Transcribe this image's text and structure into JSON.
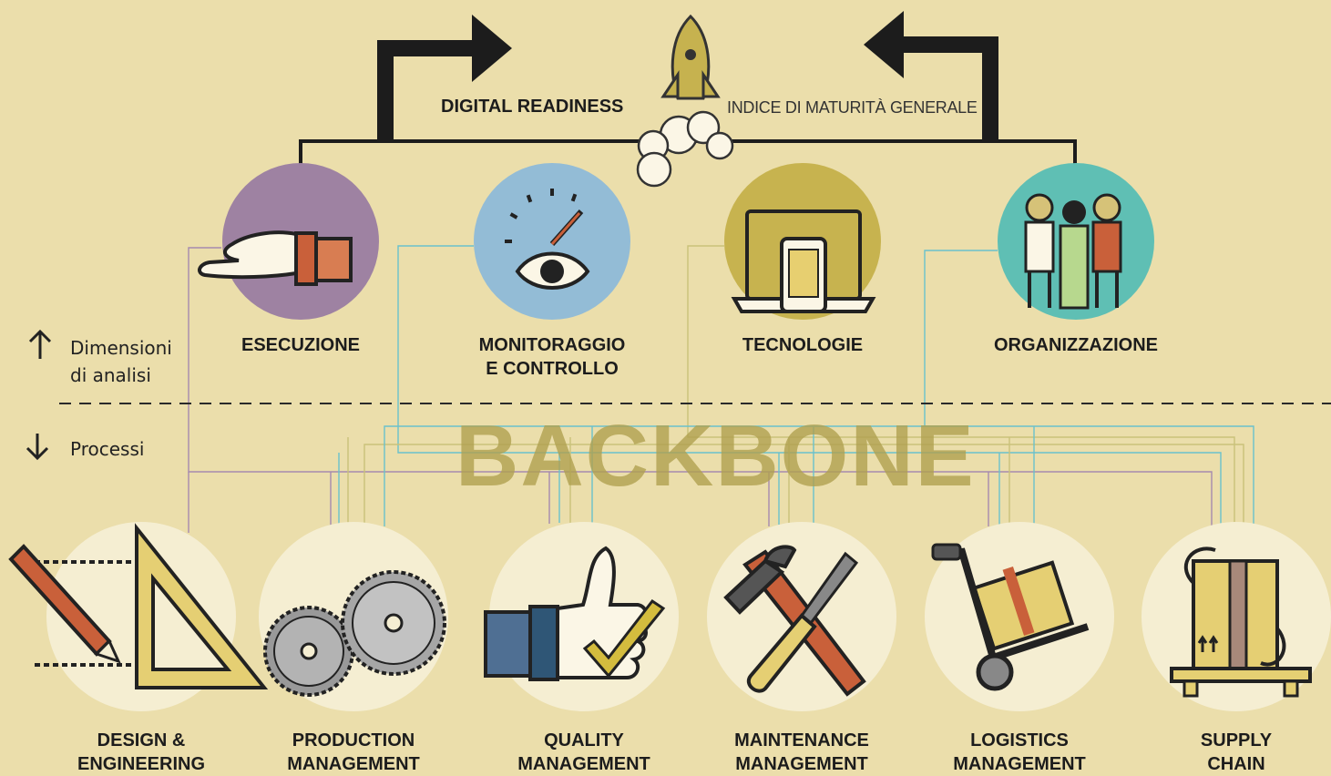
{
  "header": {
    "title": "DIGITAL READINESS",
    "subtitle": "INDICE DI MATURITÀ GENERALE"
  },
  "side_labels": {
    "dimensions_line1": "Dimensioni",
    "dimensions_line2": "di analisi",
    "processes": "Processi"
  },
  "backbone": "BACKBONE",
  "dimensions": [
    {
      "line1": "ESECUZIONE",
      "line2": "",
      "icon": "hand-icon",
      "color": "#9e82a2"
    },
    {
      "line1": "MONITORAGGIO",
      "line2": "E CONTROLLO",
      "icon": "gauge-eye-icon",
      "color": "#93bcd6"
    },
    {
      "line1": "TECNOLOGIE",
      "line2": "",
      "icon": "laptop-phone-icon",
      "color": "#c7b34f"
    },
    {
      "line1": "ORGANIZZAZIONE",
      "line2": "",
      "icon": "people-icon",
      "color": "#5fbfb4"
    }
  ],
  "processes": [
    {
      "line1": "DESIGN &",
      "line2": "ENGINEERING",
      "icon": "pencil-square-icon"
    },
    {
      "line1": "PRODUCTION",
      "line2": "MANAGEMENT",
      "icon": "gears-icon"
    },
    {
      "line1": "QUALITY",
      "line2": "MANAGEMENT",
      "icon": "thumbs-up-icon"
    },
    {
      "line1": "MAINTENANCE",
      "line2": "MANAGEMENT",
      "icon": "hammer-screwdriver-icon"
    },
    {
      "line1": "LOGISTICS",
      "line2": "MANAGEMENT",
      "icon": "hand-truck-icon"
    },
    {
      "line1": "SUPPLY",
      "line2": "CHAIN",
      "icon": "pallet-box-icon"
    }
  ],
  "colors": {
    "background": "#ebdeab",
    "process_circle": "#f5eed2",
    "arrow": "#1c1c1c",
    "line_purple": "#a68ab0",
    "line_blue": "#6ac1cc",
    "line_olive": "#c9c27a"
  }
}
